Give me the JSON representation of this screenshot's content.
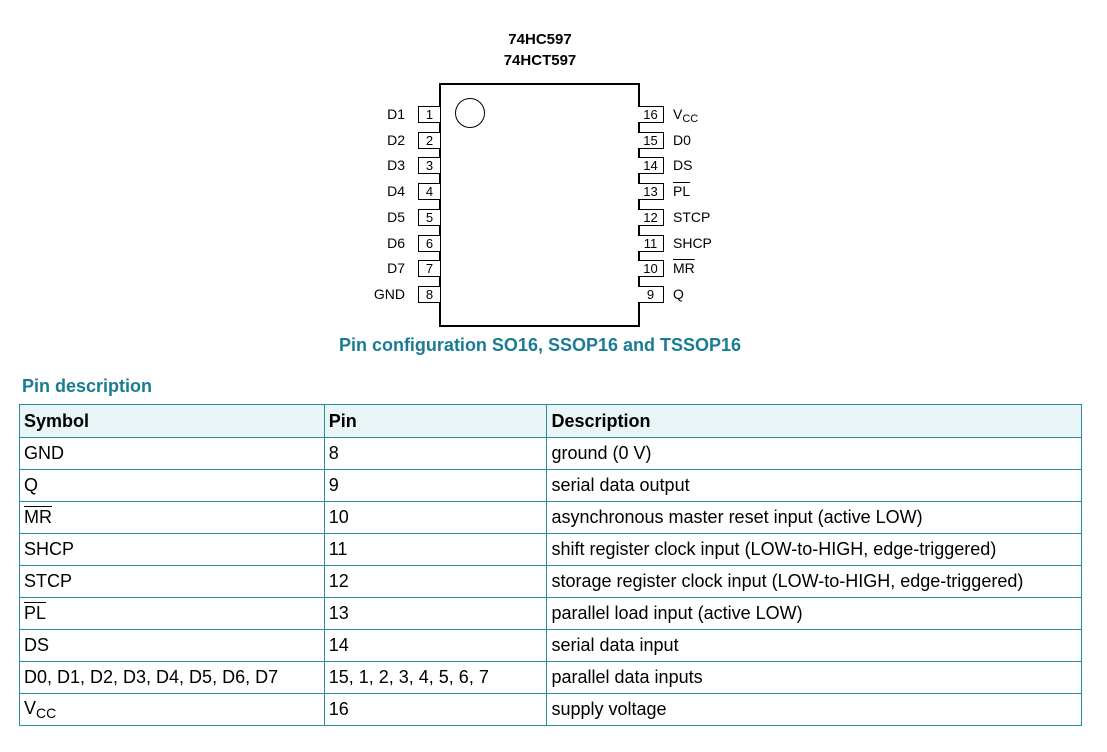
{
  "diagram": {
    "titles": [
      "74HC597",
      "74HCT597"
    ],
    "left_pins": [
      {
        "name": "D1",
        "num": "1"
      },
      {
        "name": "D2",
        "num": "2"
      },
      {
        "name": "D3",
        "num": "3"
      },
      {
        "name": "D4",
        "num": "4"
      },
      {
        "name": "D5",
        "num": "5"
      },
      {
        "name": "D6",
        "num": "6"
      },
      {
        "name": "D7",
        "num": "7"
      },
      {
        "name": "GND",
        "num": "8"
      }
    ],
    "right_pins": [
      {
        "name": "V",
        "sub": "CC",
        "num": "16"
      },
      {
        "name": "D0",
        "num": "15"
      },
      {
        "name": "DS",
        "num": "14"
      },
      {
        "name": "PL",
        "overline": true,
        "num": "13"
      },
      {
        "name": "STCP",
        "num": "12"
      },
      {
        "name": "SHCP",
        "num": "11"
      },
      {
        "name": "MR",
        "overline": true,
        "num": "10"
      },
      {
        "name": "Q",
        "num": "9"
      }
    ],
    "caption": "Pin configuration SO16, SSOP16 and TSSOP16"
  },
  "pin_description": {
    "heading": "Pin description",
    "columns": [
      "Symbol",
      "Pin",
      "Description"
    ],
    "rows": [
      {
        "symbol": "GND",
        "pin": "8",
        "description": "ground (0 V)"
      },
      {
        "symbol": "Q",
        "pin": "9",
        "description": "serial data output"
      },
      {
        "symbol": "MR",
        "overline": true,
        "pin": "10",
        "description": "asynchronous master reset input (active LOW)"
      },
      {
        "symbol": "SHCP",
        "pin": "11",
        "description": "shift register clock input (LOW-to-HIGH, edge-triggered)"
      },
      {
        "symbol": "STCP",
        "pin": "12",
        "description": "storage register clock input (LOW-to-HIGH, edge-triggered)"
      },
      {
        "symbol": "PL",
        "overline": true,
        "pin": "13",
        "description": "parallel load input (active LOW)"
      },
      {
        "symbol": "DS",
        "pin": "14",
        "description": "serial data input"
      },
      {
        "symbol": "D0, D1, D2, D3, D4, D5, D6, D7",
        "pin": "15, 1, 2, 3, 4, 5, 6, 7",
        "description": "parallel data inputs"
      },
      {
        "symbol": "V",
        "sub": "CC",
        "pin": "16",
        "description": "supply voltage"
      }
    ]
  },
  "colors": {
    "accent": "#1a7c93",
    "table_border": "#2a8ca0",
    "header_bg": "#e8f4f6"
  }
}
